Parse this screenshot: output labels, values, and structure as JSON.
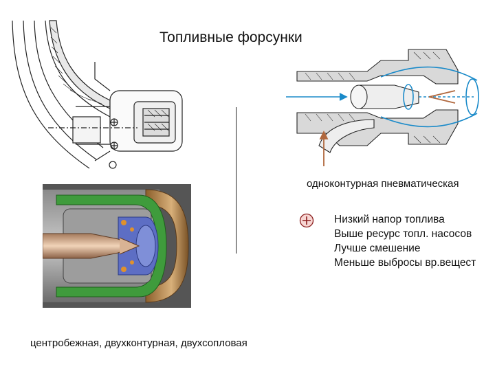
{
  "slide": {
    "title": "Топливные форсунки"
  },
  "diagrams": {
    "pneumatic_caption": "одноконтурная пневматическая",
    "centrifugal_caption": "центробежная, двухконтурная, двухсопловая"
  },
  "advantages": {
    "icon": "plus-circle-icon",
    "items": [
      "Низкий напор топлива",
      "Выше ресурс топл. насосов",
      "Лучше смешение",
      "Меньше выбросы вр.вещест"
    ]
  },
  "colors": {
    "fuel_arrow": "#1a8ac9",
    "air_arrow": "#b0683e",
    "plus_icon": "#c23b3b",
    "steel": "#6f6f6f",
    "green_part": "#3f9b3c",
    "blue_part": "#5d6ec4",
    "bronze_ring": "#b58a4e"
  }
}
